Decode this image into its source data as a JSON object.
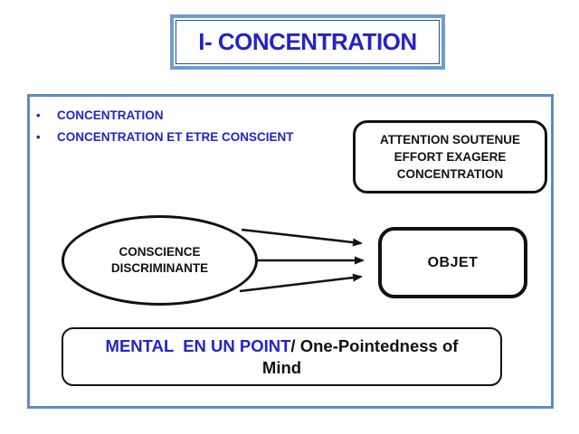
{
  "slide": {
    "title": "I- CONCENTRATION",
    "bullets": [
      {
        "marker": "•",
        "label": "CONCENTRATION"
      },
      {
        "marker": "•",
        "label": "CONCENTRATION ET ETRE CONSCIENT"
      }
    ],
    "attention_box": {
      "line1": "ATTENTION SOUTENUE",
      "line2": "EFFORT EXAGERE",
      "line3": "CONCENTRATION"
    },
    "ellipse": {
      "line1": "CONSCIENCE",
      "line2": "DISCRIMINANTE"
    },
    "objet_box": {
      "label": "OBJET"
    },
    "mental_box": {
      "fr_text": "MENTAL  EN UN POINT",
      "en_text_line1": "/ One-Pointedness of",
      "en_text_line2": "Mind"
    },
    "colors": {
      "blue_text": "#2323C8",
      "title_border": "#6D9BD3",
      "content_border": "#5E8AC7",
      "shape_border": "#111111"
    }
  }
}
